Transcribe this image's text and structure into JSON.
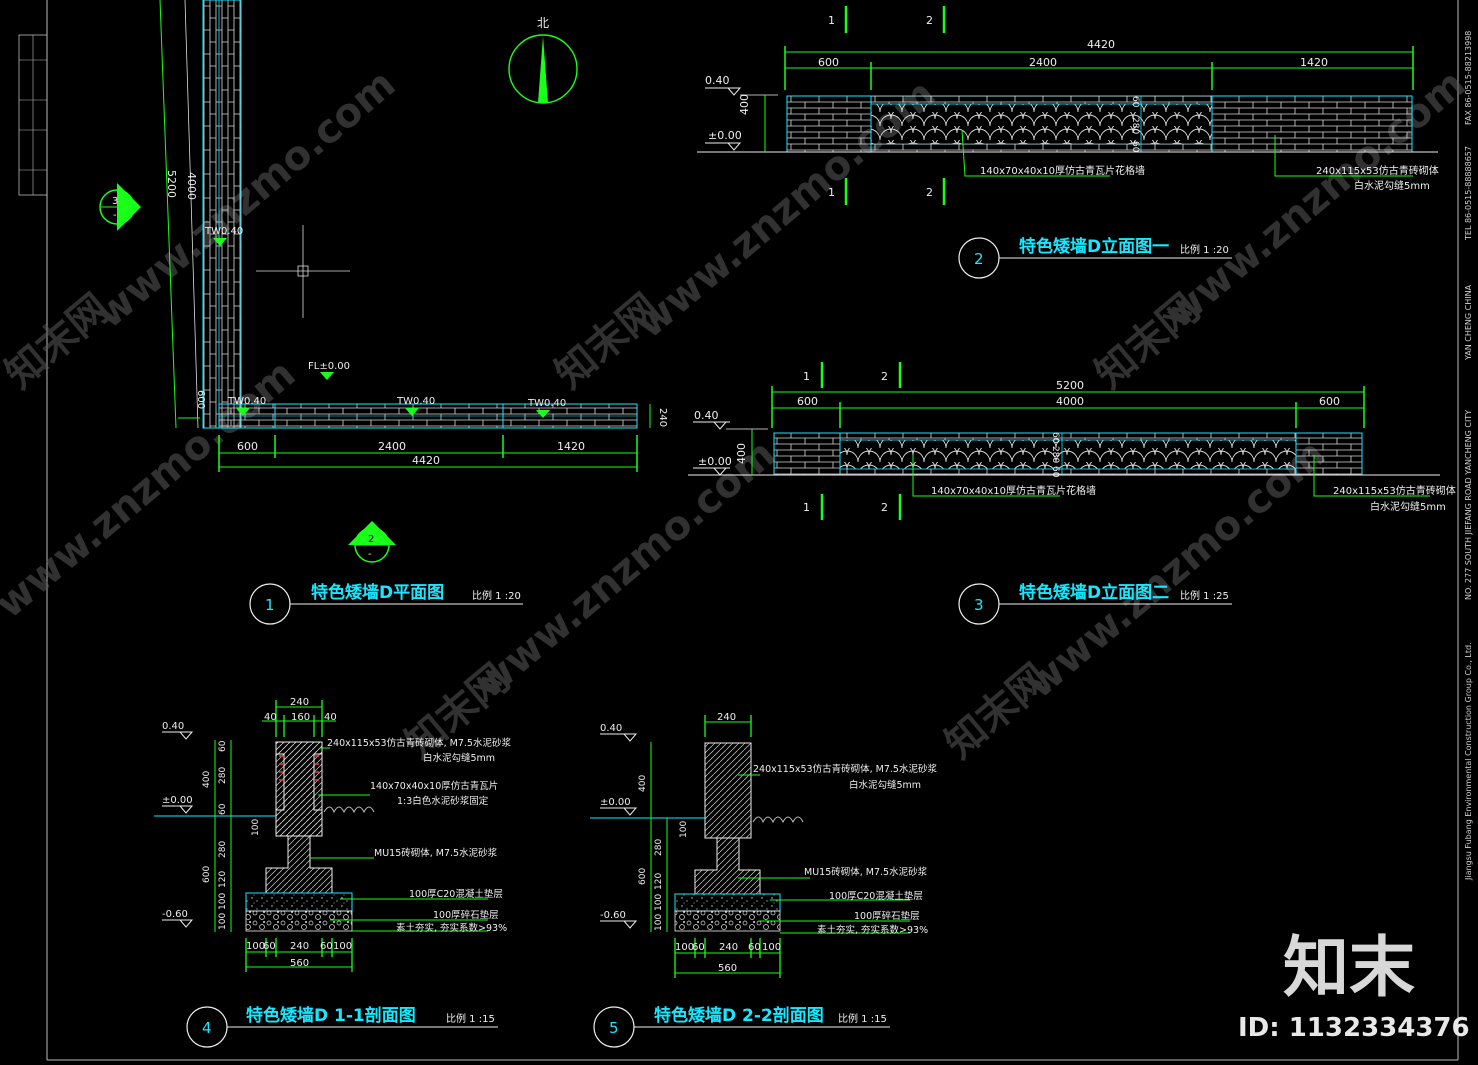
{
  "north": "北",
  "plan": {
    "title": "特色矮墙D平面图",
    "scale": "比例 1 :20",
    "number": "1",
    "dims_bottom": [
      "600",
      "2400",
      "1420"
    ],
    "dim_total": "4420",
    "dim_depth": "240",
    "dim_left_total": "5200",
    "dim_left_inner": "4000",
    "dim_left_small": "600",
    "tw_labels": [
      "TW0.40",
      "TW0.40",
      "TW0.40",
      "TW0.40"
    ],
    "fl_label": "FL±0.00",
    "sec3_num": "3",
    "sec3_sub": "-",
    "sec2_num": "2",
    "sec2_sub": "-"
  },
  "elev1": {
    "title": "特色矮墙D立面图一",
    "scale": "比例 1 :20",
    "number": "2",
    "section_marks": [
      "1",
      "2"
    ],
    "dim_total": "4420",
    "dims": [
      "600",
      "2400",
      "1420"
    ],
    "level_top": "0.40",
    "level_base": "±0.00",
    "height": "400",
    "inner_dims": [
      "60",
      "280",
      "60"
    ],
    "label_left": "140x70x40x10厚仿古青瓦片花格墙",
    "label_right_1": "240x115x53仿古青砖砌体",
    "label_right_2": "白水泥勾缝5mm"
  },
  "elev2": {
    "title": "特色矮墙D立面图二",
    "scale": "比例 1 :25",
    "number": "3",
    "section_marks": [
      "1",
      "2"
    ],
    "dim_total": "5200",
    "dims": [
      "600",
      "4000",
      "600"
    ],
    "level_top": "0.40",
    "level_base": "±0.00",
    "height": "400",
    "inner_dims": [
      "60",
      "280",
      "60"
    ],
    "label_left": "140x70x40x10厚仿古青瓦片花格墙",
    "label_right_1": "240x115x53仿古青砖砌体",
    "label_right_2": "白水泥勾缝5mm"
  },
  "sec1": {
    "title": "特色矮墙D 1-1剖面图",
    "scale": "比例 1 :15",
    "number": "4",
    "top_dims": [
      "240",
      "40",
      "160",
      "40"
    ],
    "levels": [
      "0.40",
      "±0.00",
      "-0.60"
    ],
    "left_dims_a": [
      "400",
      "600"
    ],
    "left_dims_b": [
      "60",
      "280",
      "60",
      "100",
      "280",
      "120",
      "100",
      "100"
    ],
    "bottom_dims": [
      "100",
      "60",
      "240",
      "60",
      "100"
    ],
    "bottom_total": "560",
    "notes": [
      "240x115x53仿古青砖砌体, M7.5水泥砂浆",
      "白水泥勾缝5mm",
      "140x70x40x10厚仿古青瓦片",
      "1:3白色水泥砂浆固定",
      "MU15砖砌体, M7.5水泥砂浆",
      "100厚C20混凝土垫层",
      "100厚碎石垫层",
      "素土夯实, 夯实系数>93%"
    ]
  },
  "sec2": {
    "title": "特色矮墙D 2-2剖面图",
    "scale": "比例 1 :15",
    "number": "5",
    "top_dim": "240",
    "levels": [
      "0.40",
      "±0.00",
      "-0.60"
    ],
    "left_dims_a": [
      "400",
      "600"
    ],
    "left_dims_b": [
      "100",
      "280",
      "120",
      "100",
      "100"
    ],
    "bottom_dims": [
      "100",
      "60",
      "240",
      "60",
      "100"
    ],
    "bottom_total": "560",
    "notes": [
      "240x115x53仿古青砖砌体, M7.5水泥砂浆",
      "白水泥勾缝5mm",
      "MU15砖砌体, M7.5水泥砂浆",
      "100厚C20混凝土垫层",
      "100厚碎石垫层",
      "素土夯实, 夯实系数>93%"
    ]
  },
  "titleblock": {
    "company": "Jiangsu Fubang Environmental Construction Group Co., Ltd.",
    "address": "NO. 277 SOUTH JIEFANG ROAD   YANCHENG CITY",
    "city": "YAN CHENG  CHINA",
    "tel": "TEL 86-0515-88888657",
    "fax": "FAX 86-0515-88213998"
  },
  "watermark": {
    "site": "www.znzmo.com",
    "brand": "知末网",
    "logo": "知末",
    "id": "ID: 1132334376"
  },
  "colors": {
    "line": "#e8e8e8",
    "green": "#19ff19",
    "cyan": "#19e6ff",
    "yellow": "#ffff33",
    "red": "#ff3333"
  }
}
